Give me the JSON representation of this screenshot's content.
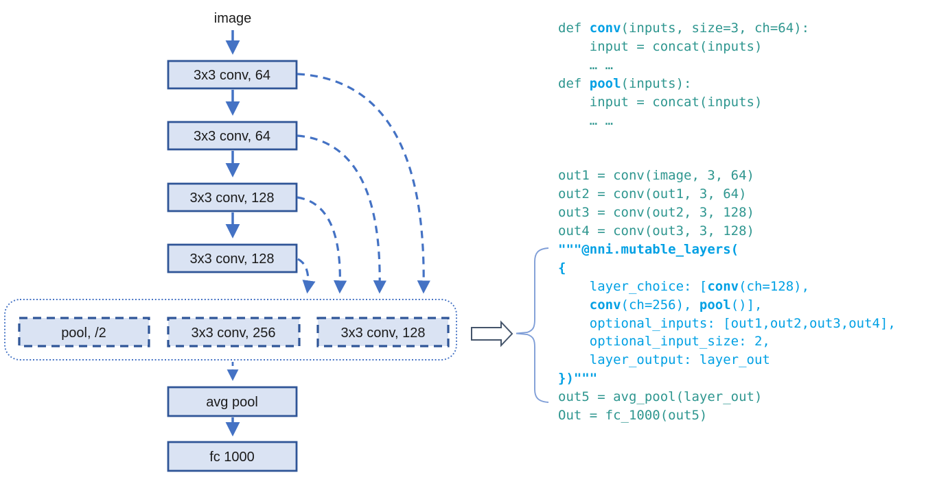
{
  "palette": {
    "code_teal": "#2E968F",
    "code_blue": "#00A0E4",
    "box_fill": "#DAE3F3",
    "box_border": "#2F5597",
    "arrow_blue": "#4472C4",
    "container_dots": "#4472C4",
    "block_arrow_outline": "#44546A",
    "brace": "#7F9ED7",
    "text_black": "#1A1A1A"
  },
  "diagram": {
    "input_label": "image",
    "boxes": {
      "conv1": "3x3 conv, 64",
      "conv2": "3x3 conv, 64",
      "conv3": "3x3 conv, 128",
      "conv4": "3x3 conv, 128",
      "avg_pool": "avg pool",
      "fc": "fc 1000"
    },
    "mutable": {
      "pool": "pool, /2",
      "conv256": "3x3 conv, 256",
      "conv128": "3x3 conv, 128"
    }
  },
  "code": {
    "lines": [
      {
        "segments": [
          {
            "text": "def ",
            "color": "teal"
          },
          {
            "text": "conv",
            "color": "blue",
            "bold": true
          },
          {
            "text": "(inputs, size=3, ch=64):",
            "color": "teal"
          }
        ]
      },
      {
        "segments": [
          {
            "text": "    input = concat(inputs)",
            "color": "teal"
          }
        ]
      },
      {
        "segments": [
          {
            "text": "    … …",
            "color": "teal"
          }
        ]
      },
      {
        "segments": [
          {
            "text": "def ",
            "color": "teal"
          },
          {
            "text": "pool",
            "color": "blue",
            "bold": true
          },
          {
            "text": "(inputs):",
            "color": "teal"
          }
        ]
      },
      {
        "segments": [
          {
            "text": "    input = concat(inputs)",
            "color": "teal"
          }
        ]
      },
      {
        "segments": [
          {
            "text": "    … …",
            "color": "teal"
          }
        ]
      },
      {
        "segments": []
      },
      {
        "segments": []
      },
      {
        "segments": [
          {
            "text": "out1 = conv(image, 3, 64)",
            "color": "teal"
          }
        ]
      },
      {
        "segments": [
          {
            "text": "out2 = conv(out1, 3, 64)",
            "color": "teal"
          }
        ]
      },
      {
        "segments": [
          {
            "text": "out3 = conv(out2, 3, 128)",
            "color": "teal"
          }
        ]
      },
      {
        "segments": [
          {
            "text": "out4 = conv(out3, 3, 128)",
            "color": "teal"
          }
        ]
      },
      {
        "segments": [
          {
            "text": "\"\"\"@nni.mutable_layers(",
            "color": "blue",
            "bold": true
          }
        ]
      },
      {
        "segments": [
          {
            "text": "{",
            "color": "blue",
            "bold": true
          }
        ]
      },
      {
        "segments": [
          {
            "text": "    layer_choice: [",
            "color": "blue"
          },
          {
            "text": "conv",
            "color": "blue",
            "bold": true
          },
          {
            "text": "(ch=128),",
            "color": "blue"
          }
        ]
      },
      {
        "segments": [
          {
            "text": "    ",
            "color": "blue"
          },
          {
            "text": "conv",
            "color": "blue",
            "bold": true
          },
          {
            "text": "(ch=256), ",
            "color": "blue"
          },
          {
            "text": "pool",
            "color": "blue",
            "bold": true
          },
          {
            "text": "()],",
            "color": "blue"
          }
        ]
      },
      {
        "segments": [
          {
            "text": "    optional_inputs: [out1,out2,out3,out4],",
            "color": "blue"
          }
        ]
      },
      {
        "segments": [
          {
            "text": "    optional_input_size: 2,",
            "color": "blue"
          }
        ]
      },
      {
        "segments": [
          {
            "text": "    layer_output: layer_out",
            "color": "blue"
          }
        ]
      },
      {
        "segments": [
          {
            "text": "})\"\"\"",
            "color": "blue",
            "bold": true
          }
        ]
      },
      {
        "segments": [
          {
            "text": "out5 = avg_pool(layer_out)",
            "color": "teal"
          }
        ]
      },
      {
        "segments": [
          {
            "text": "Out = fc_1000(out5)",
            "color": "teal"
          }
        ]
      }
    ]
  }
}
